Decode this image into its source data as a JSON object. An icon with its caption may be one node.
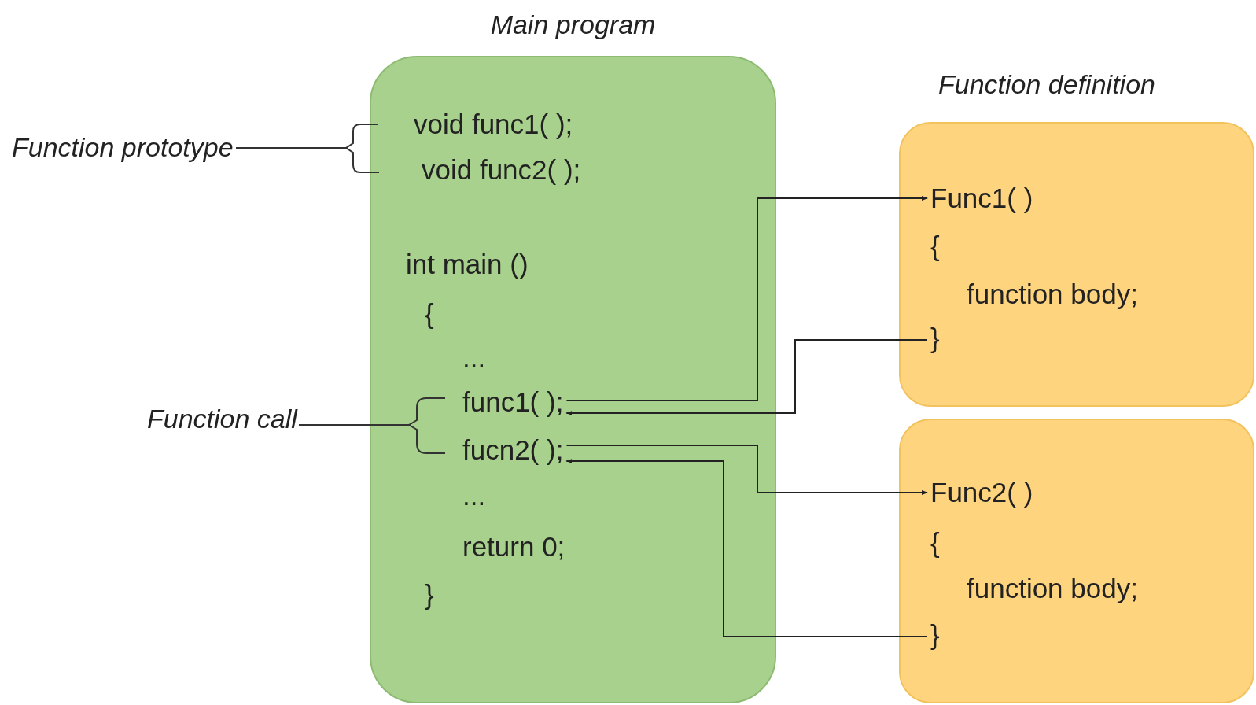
{
  "diagram": {
    "nodes": [
      {
        "text": [
          "Main program"
        ]
      },
      {
        "text": [
          "void func1( );"
        ],
        "in": 0
      },
      {
        "text": [
          "void func2( );"
        ],
        "in": 0
      },
      {
        "text": [
          "int main ()"
        ],
        "in": 0
      },
      {
        "text": [
          "{"
        ],
        "in": 0
      },
      {
        "text": [
          "..."
        ],
        "in": 0
      },
      {
        "text": [
          "func1( );"
        ],
        "in": 0
      },
      {
        "text": [
          "fucn2( );"
        ],
        "in": 0
      },
      {
        "text": [
          "..."
        ],
        "in": 0
      },
      {
        "text": [
          "return 0;"
        ],
        "in": 0
      },
      {
        "text": [
          "}"
        ],
        "in": 0
      },
      {
        "text": [
          "Function definition"
        ]
      },
      {
        "text": [
          "Func1( )"
        ],
        "in": 11
      },
      {
        "text": [
          "{"
        ],
        "in": 11
      },
      {
        "text": [
          "function body;"
        ],
        "in": 11
      },
      {
        "text": [
          "}"
        ],
        "in": 11
      },
      {
        "text": [],
        "shape": "box"
      },
      {
        "text": [
          "Func2( )"
        ],
        "in": 16
      },
      {
        "text": [
          "{"
        ],
        "in": 16
      },
      {
        "text": [
          "function body;"
        ],
        "in": 16
      },
      {
        "text": [
          "}"
        ],
        "in": 16
      }
    ],
    "edges": [
      {
        "from": 6,
        "to": 12,
        "arrow": "to"
      },
      {
        "from": 15,
        "to": 6,
        "arrow": "to"
      },
      {
        "from": 7,
        "to": 17,
        "arrow": "to"
      },
      {
        "from": 20,
        "to": 7,
        "arrow": "to"
      }
    ],
    "labels": [
      "Function prototype",
      "Function call"
    ]
  }
}
